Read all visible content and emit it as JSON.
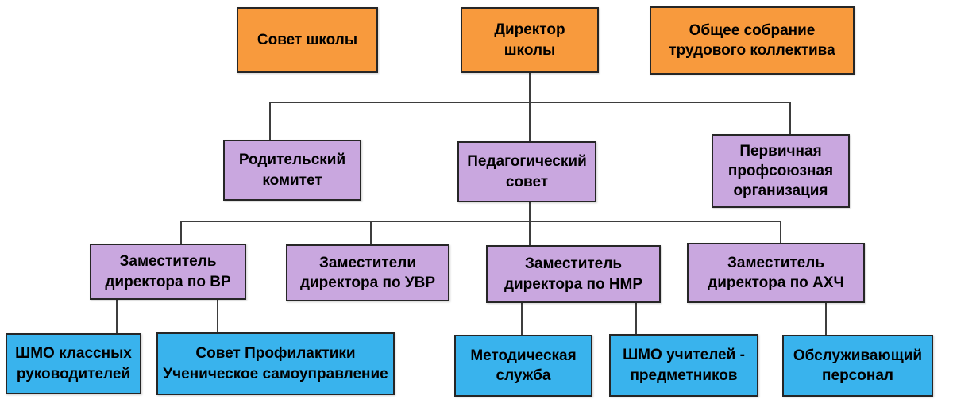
{
  "diagram": {
    "type": "org-chart",
    "language": "ru",
    "colors": {
      "top_level": "#F89A3D",
      "mid_level": "#C9A7DF",
      "leaf_level": "#39B3ED",
      "border": "#262626",
      "connector": "#3D3D3D",
      "text": "#000000",
      "background": "#FFFFFF"
    },
    "nodes": {
      "school_council": {
        "label": "Совет школы"
      },
      "director": {
        "label": "Директор\nшколы"
      },
      "staff_assembly": {
        "label": "Общее собрание\nтрудового коллектива"
      },
      "parent_committee": {
        "label": "Родительский\nкомитет"
      },
      "pedagogical_council": {
        "label": "Педагогический\nсовет"
      },
      "trade_union": {
        "label": "Первичная\nпрофсоюзная\nорганизация"
      },
      "deputy_vr": {
        "label": "Заместитель\nдиректора по ВР"
      },
      "deputy_uvr": {
        "label": "Заместители\nдиректора по УВР"
      },
      "deputy_nmr": {
        "label": "Заместитель\nдиректора по НМР"
      },
      "deputy_ahch": {
        "label": "Заместитель\nдиректора по АХЧ"
      },
      "shmo_class": {
        "label": "ШМО классных\nруководителей"
      },
      "prevention": {
        "label": "Совет Профилактики\nУченическое самоуправление"
      },
      "method_service": {
        "label": "Методическая\nслужба"
      },
      "shmo_subject": {
        "label": "ШМО учителей -\nпредметников"
      },
      "service_staff": {
        "label": "Обслуживающий\nперсонал"
      }
    },
    "edges": [
      {
        "from": "director",
        "to": "parent_committee"
      },
      {
        "from": "director",
        "to": "pedagogical_council"
      },
      {
        "from": "director",
        "to": "trade_union"
      },
      {
        "from": "pedagogical_council",
        "to": "deputy_vr"
      },
      {
        "from": "pedagogical_council",
        "to": "deputy_uvr"
      },
      {
        "from": "pedagogical_council",
        "to": "deputy_nmr"
      },
      {
        "from": "pedagogical_council",
        "to": "deputy_ahch"
      },
      {
        "from": "deputy_vr",
        "to": "shmo_class"
      },
      {
        "from": "deputy_vr",
        "to": "prevention"
      },
      {
        "from": "deputy_nmr",
        "to": "method_service"
      },
      {
        "from": "deputy_nmr",
        "to": "shmo_subject"
      },
      {
        "from": "deputy_ahch",
        "to": "service_staff"
      }
    ]
  }
}
